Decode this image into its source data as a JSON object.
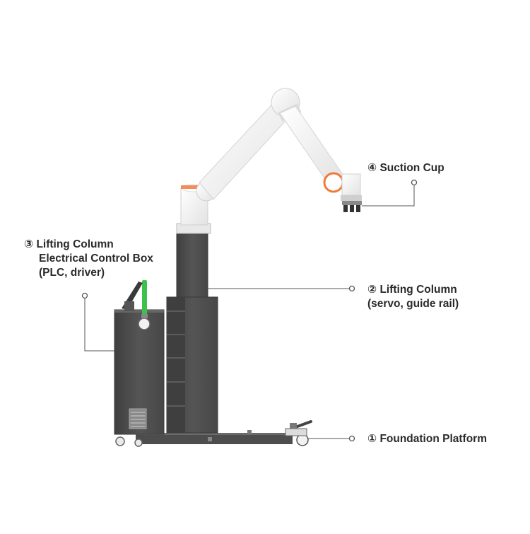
{
  "callouts": {
    "suction_cup": {
      "number": "④",
      "label": "Suction Cup"
    },
    "lifting_column": {
      "number": "②",
      "line1": "Lifting Column",
      "line2": "(servo, guide rail)"
    },
    "control_box": {
      "number": "③",
      "line1": "Lifting Column",
      "line2": "Electrical Control Box",
      "line3": "(PLC, driver)"
    },
    "foundation": {
      "number": "①",
      "label": "Foundation Platform"
    }
  },
  "colors": {
    "column_dark": "#4a4a4a",
    "column_mid": "#555555",
    "arm_white": "#f4f4f4",
    "joint_ring": "#f07a3a",
    "indicator_green": "#3cc24a",
    "leader_line": "#555555"
  }
}
